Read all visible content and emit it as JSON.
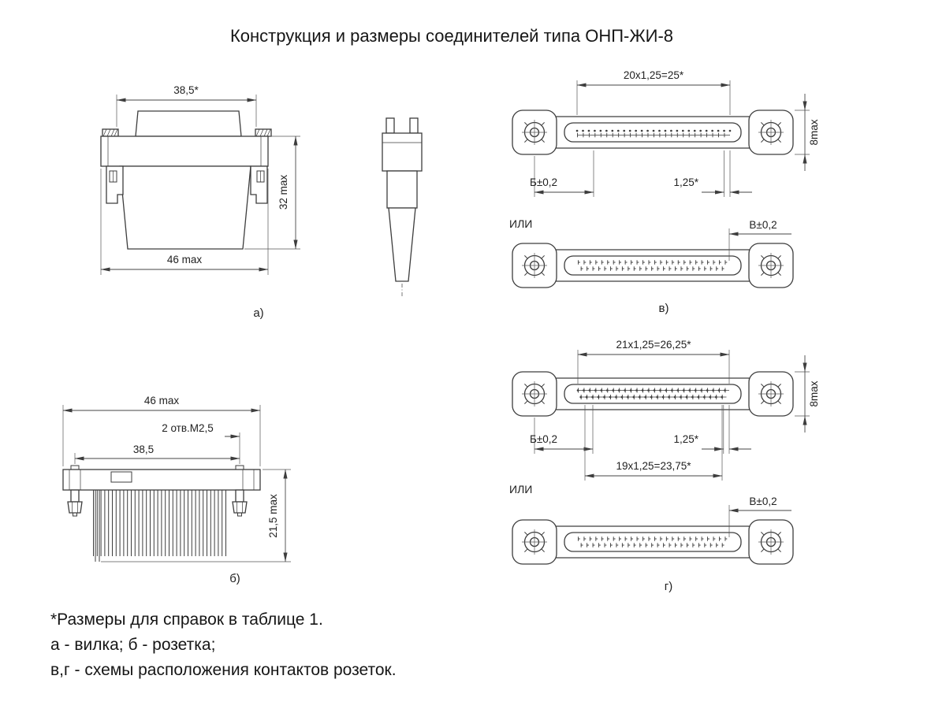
{
  "title": "Конструкция и размеры соединителей типа ОНП-ЖИ-8",
  "view_a": {
    "label": "а)",
    "dim_top": "38,5*",
    "dim_height": "32 max",
    "dim_bottom": "46 max"
  },
  "view_b": {
    "label": "б)",
    "dim_width": "46 max",
    "dim_holes": "2 отв.М2,5",
    "dim_inner": "38,5",
    "dim_height": "21,5 max"
  },
  "view_v": {
    "label": "в)",
    "or_label": "ИЛИ",
    "dim_row": "20х1,25=25*",
    "dim_height": "8max",
    "dim_b": "Б±0,2",
    "dim_pitch": "1,25*",
    "dim_v": "В±0,2"
  },
  "view_g": {
    "label": "г)",
    "or_label": "ИЛИ",
    "dim_row1": "21х1,25=26,25*",
    "dim_height": "8max",
    "dim_b": "Б±0,2",
    "dim_pitch": "1,25*",
    "dim_row2": "19х1,25=23,75*",
    "dim_v": "В±0,2"
  },
  "notes": {
    "line1": "*Размеры для справок в таблице 1.",
    "line2": "а - вилка; б - розетка;",
    "line3": "в,г - схемы расположения контактов розеток."
  }
}
